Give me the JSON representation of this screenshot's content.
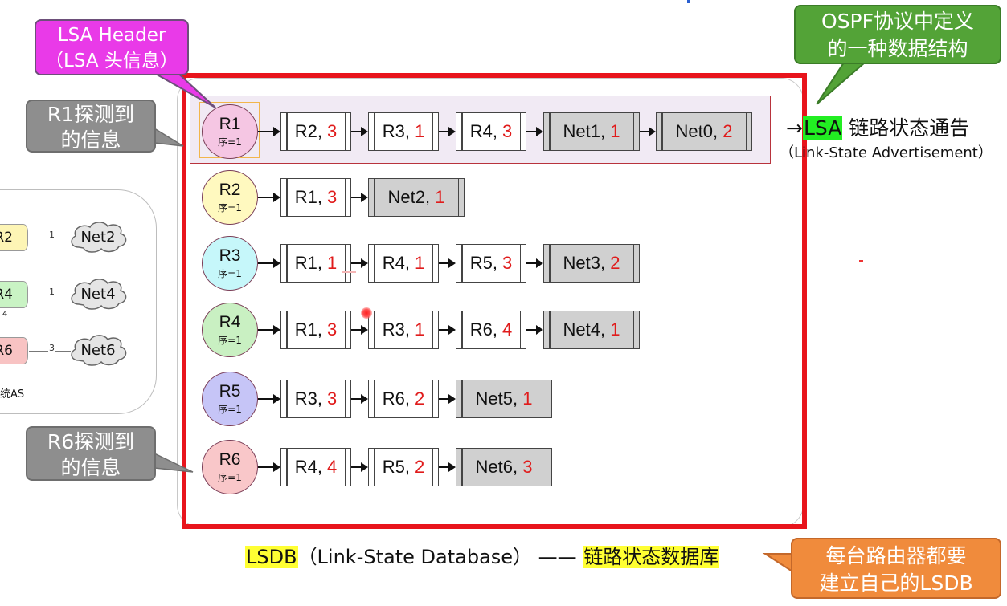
{
  "callouts": {
    "lsa_header": [
      "LSA Header",
      "（LSA 头信息）"
    ],
    "r1_probe": [
      "R1探测到",
      "的信息"
    ],
    "r6_probe": [
      "R6探测到",
      "的信息"
    ],
    "ospf_struct": [
      "OSPF协议中定义",
      "的一种数据结构"
    ],
    "every_router": [
      "每台路由器都要",
      "建立自己的LSDB"
    ]
  },
  "lsa_label": {
    "arrow": "→",
    "abbr": "LSA",
    "name": " 链路状态通告",
    "full": "（Link-State Advertisement）"
  },
  "lsdb_label": {
    "abbr": "LSDB",
    "full": "（Link-State Database）",
    "dash": " —— ",
    "name": "链路状态数据库"
  },
  "background_network": {
    "routers": [
      "R2",
      "R4",
      "R6"
    ],
    "networks": [
      "Net2",
      "Net4",
      "Net6"
    ],
    "costs": [
      "1",
      "1",
      "3"
    ],
    "vertical_cost": "4",
    "as_label": "统AS"
  },
  "colors": {
    "frame_red": "#e8141c",
    "cost_red": "#e01b1b",
    "lsa_green": "#22ee22",
    "lsdb_yellow": "#ffff33",
    "r1": "#f5c6e3",
    "r2": "#fff9bf",
    "r3": "#c6f7fa",
    "r4": "#c9f0c2",
    "r5": "#c6c5f7",
    "r6": "#f9c7c9"
  },
  "lsdb": [
    {
      "router": "R1",
      "seq": "序=1",
      "color": "#f5c6e3",
      "links": [
        {
          "name": "R2",
          "cost": "3",
          "type": "router"
        },
        {
          "name": "R3",
          "cost": "1",
          "type": "router"
        },
        {
          "name": "R4",
          "cost": "3",
          "type": "router"
        },
        {
          "name": "Net1",
          "cost": "1",
          "type": "net"
        },
        {
          "name": "Net0",
          "cost": "2",
          "type": "net"
        }
      ]
    },
    {
      "router": "R2",
      "seq": "序=1",
      "color": "#fff9bf",
      "links": [
        {
          "name": "R1",
          "cost": "3",
          "type": "router"
        },
        {
          "name": "Net2",
          "cost": "1",
          "type": "net"
        }
      ]
    },
    {
      "router": "R3",
      "seq": "序=1",
      "color": "#c6f7fa",
      "links": [
        {
          "name": "R1",
          "cost": "1",
          "type": "router"
        },
        {
          "name": "R4",
          "cost": "1",
          "type": "router"
        },
        {
          "name": "R5",
          "cost": "3",
          "type": "router"
        },
        {
          "name": "Net3",
          "cost": "2",
          "type": "net"
        }
      ]
    },
    {
      "router": "R4",
      "seq": "序=1",
      "color": "#c9f0c2",
      "links": [
        {
          "name": "R1",
          "cost": "3",
          "type": "router"
        },
        {
          "name": "R3",
          "cost": "1",
          "type": "router"
        },
        {
          "name": "R6",
          "cost": "4",
          "type": "router"
        },
        {
          "name": "Net4",
          "cost": "1",
          "type": "net"
        }
      ]
    },
    {
      "router": "R5",
      "seq": "序=1",
      "color": "#c6c5f7",
      "links": [
        {
          "name": "R3",
          "cost": "3",
          "type": "router"
        },
        {
          "name": "R6",
          "cost": "2",
          "type": "router"
        },
        {
          "name": "Net5",
          "cost": "1",
          "type": "net"
        }
      ]
    },
    {
      "router": "R6",
      "seq": "序=1",
      "color": "#f9c7c9",
      "links": [
        {
          "name": "R4",
          "cost": "4",
          "type": "router"
        },
        {
          "name": "R5",
          "cost": "2",
          "type": "router"
        },
        {
          "name": "Net6",
          "cost": "3",
          "type": "net"
        }
      ]
    }
  ]
}
